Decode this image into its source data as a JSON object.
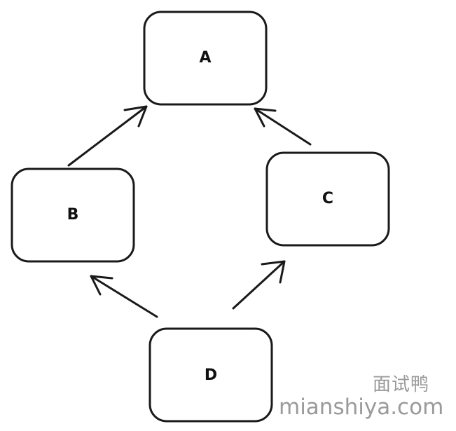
{
  "nodes": [
    {
      "id": "A",
      "label": "A"
    },
    {
      "id": "B",
      "label": "B"
    },
    {
      "id": "C",
      "label": "C"
    },
    {
      "id": "D",
      "label": "D"
    }
  ],
  "edges": [
    {
      "from": "B",
      "to": "A"
    },
    {
      "from": "C",
      "to": "A"
    },
    {
      "from": "D",
      "to": "B"
    },
    {
      "from": "D",
      "to": "C"
    }
  ],
  "watermark": {
    "chinese": "面试鸭",
    "url": "mianshiya.com"
  }
}
